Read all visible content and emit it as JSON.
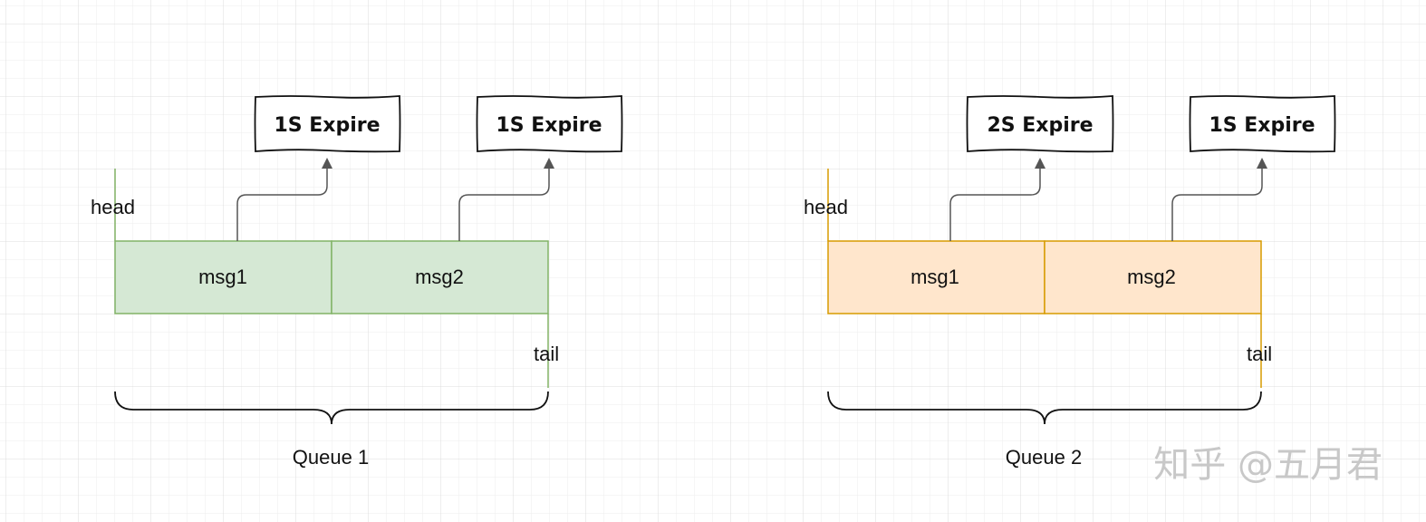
{
  "queues": [
    {
      "name": "Queue 1",
      "head_label": "head",
      "tail_label": "tail",
      "fill": "#d5e8d4",
      "stroke": "#82b366",
      "messages": [
        {
          "label": "msg1",
          "expire": "1S Expire"
        },
        {
          "label": "msg2",
          "expire": "1S Expire"
        }
      ]
    },
    {
      "name": "Queue 2",
      "head_label": "head",
      "tail_label": "tail",
      "fill": "#ffe6cc",
      "stroke": "#d79b00",
      "messages": [
        {
          "label": "msg1",
          "expire": "2S Expire"
        },
        {
          "label": "msg2",
          "expire": "1S Expire"
        }
      ]
    }
  ],
  "watermark": "知乎 @五月君",
  "colors": {
    "grid": "#e6e6e6",
    "arrow": "#555555",
    "box_stroke": "#111111"
  }
}
